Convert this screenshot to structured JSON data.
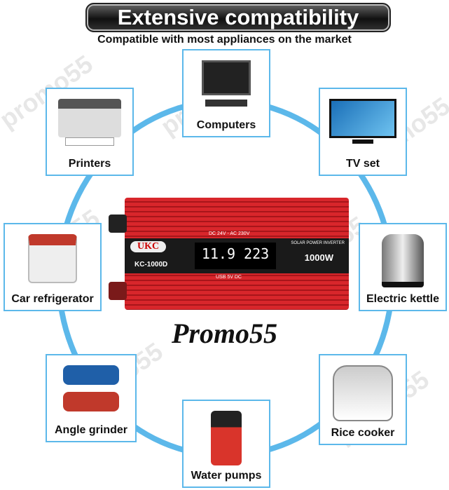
{
  "header": {
    "title": "Extensive compatibility",
    "subtitle": "Compatible with most appliances on the market"
  },
  "appliances": [
    {
      "label": "Computers",
      "icon": "computer-icon"
    },
    {
      "label": "Printers",
      "icon": "printer-icon"
    },
    {
      "label": "TV set",
      "icon": "tv-icon"
    },
    {
      "label": "Car refrigerator",
      "icon": "fridge-icon"
    },
    {
      "label": "Electric kettle",
      "icon": "kettle-icon"
    },
    {
      "label": "Angle grinder",
      "icon": "grinder-icon"
    },
    {
      "label": "Rice cooker",
      "icon": "rice-cooker-icon"
    },
    {
      "label": "Water pumps",
      "icon": "pump-icon"
    }
  ],
  "product": {
    "brand": "UKC",
    "model": "KC-1000D",
    "input_output": "DC 24V - AC 230V",
    "voltage_in": "11.9",
    "voltage_out": "223",
    "type": "SOLAR POWER INVERTER",
    "power": "1000W",
    "usb": "USB 5V DC"
  },
  "promo_text": "Promo55",
  "watermark": "promo55",
  "colors": {
    "ring": "#5cb8ea",
    "body": "#d8262b"
  }
}
